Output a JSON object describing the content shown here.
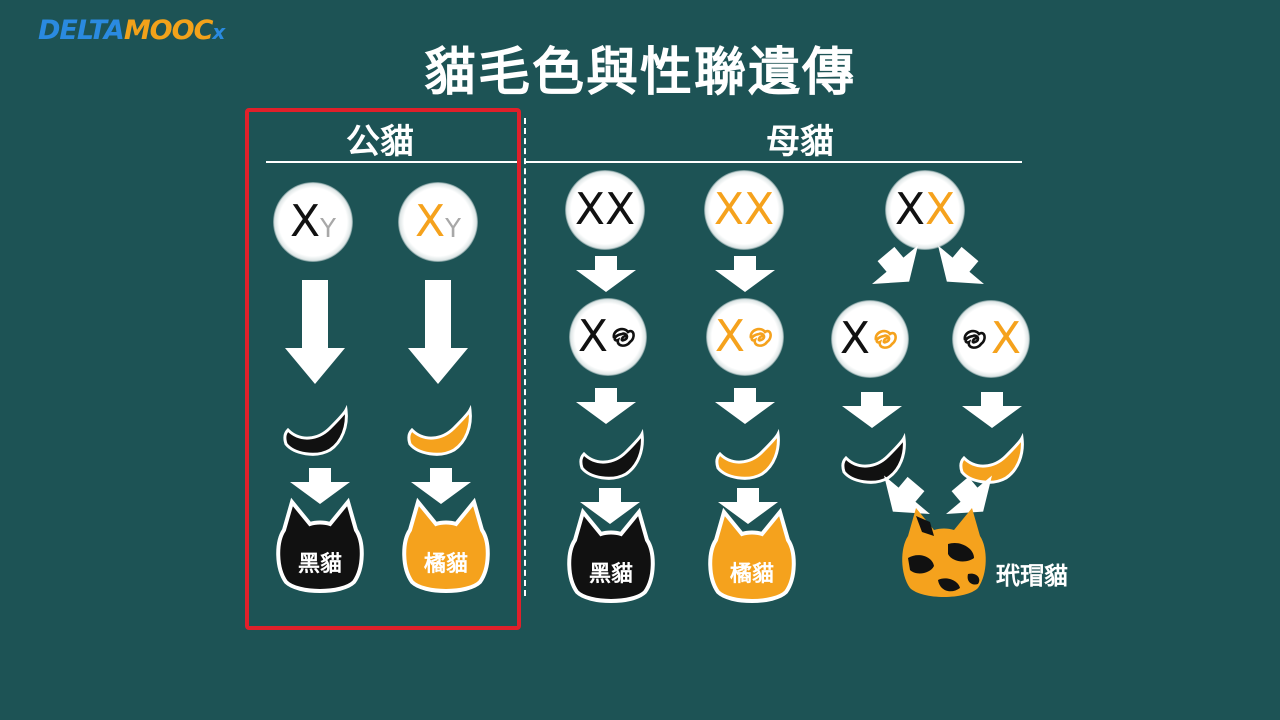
{
  "logo": {
    "delta": "DELTA",
    "mooc": "MOOC",
    "x": "x"
  },
  "title": "貓毛色與性聯遺傳",
  "sections": {
    "male": "公貓",
    "female": "母貓"
  },
  "genotypes": {
    "male_black": {
      "a": "X",
      "b": "Y"
    },
    "male_orange": {
      "a": "X",
      "b": "Y"
    },
    "female_black": {
      "a": "X",
      "b": "X"
    },
    "female_orange": {
      "a": "X",
      "b": "X"
    },
    "female_calico": {
      "a": "X",
      "b": "X"
    },
    "inactivated": {
      "active": "X"
    }
  },
  "cats": {
    "black": "黑貓",
    "orange": "橘貓",
    "calico": "玳瑁貓"
  },
  "colors": {
    "black": "#111111",
    "orange": "#f5a21d",
    "background": "#1d5355",
    "highlight": "#e0202a"
  }
}
